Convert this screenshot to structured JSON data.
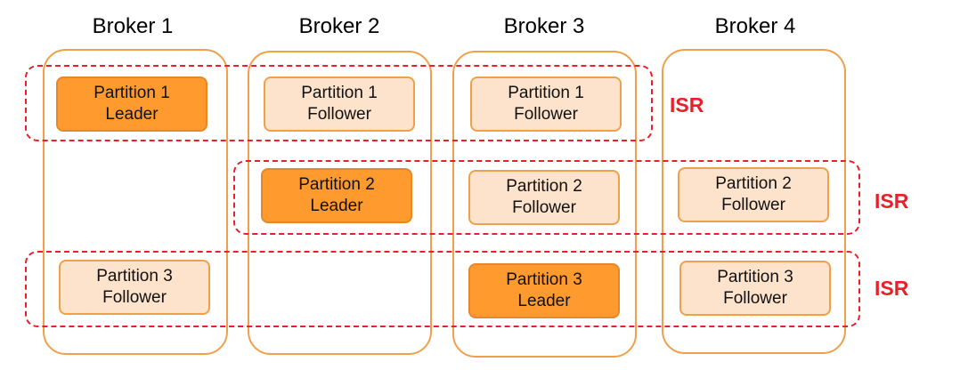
{
  "brokers": [
    {
      "name": "Broker 1"
    },
    {
      "name": "Broker 2"
    },
    {
      "name": "Broker 3"
    },
    {
      "name": "Broker 4"
    }
  ],
  "isr_label": "ISR",
  "partitions": {
    "p1": {
      "b1": {
        "name": "Partition 1",
        "role": "Leader"
      },
      "b2": {
        "name": "Partition 1",
        "role": "Follower"
      },
      "b3": {
        "name": "Partition 1",
        "role": "Follower"
      }
    },
    "p2": {
      "b2": {
        "name": "Partition 2",
        "role": "Leader"
      },
      "b3": {
        "name": "Partition 2",
        "role": "Follower"
      },
      "b4": {
        "name": "Partition 2",
        "role": "Follower"
      }
    },
    "p3": {
      "b1": {
        "name": "Partition 3",
        "role": "Follower"
      },
      "b3": {
        "name": "Partition 3",
        "role": "Leader"
      },
      "b4": {
        "name": "Partition 3",
        "role": "Follower"
      }
    }
  },
  "colors": {
    "leader_fill": "#ff9b2e",
    "follower_fill": "#fde3cb",
    "broker_border": "#f0a04b",
    "isr_red": "#e8202a"
  }
}
